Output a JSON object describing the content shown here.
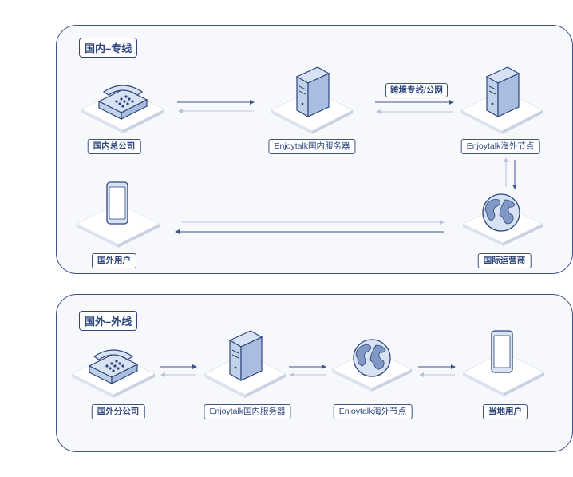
{
  "domestic": {
    "title": "国内–专线",
    "nodes": {
      "hq": "国内总公司",
      "server": "Enjoytalk国内服务器",
      "overseas_node": "Enjoytalk海外节点",
      "carrier": "国际运营商",
      "user": "国外用户"
    },
    "link_label": "跨境专线/公网"
  },
  "foreign": {
    "title": "国外–外线",
    "nodes": {
      "branch": "国外分公司",
      "server": "Enjoytalk国内服务器",
      "overseas_node": "Enjoytalk海外节点",
      "user": "当地用户"
    }
  },
  "colors": {
    "line": "#3f5588",
    "accent": "#2f467c",
    "panel_bg": "#f6f8fc",
    "icon_fill": "#d7e2f2"
  },
  "icons": [
    "telephone-icon",
    "server-icon",
    "globe-icon",
    "smartphone-icon"
  ]
}
